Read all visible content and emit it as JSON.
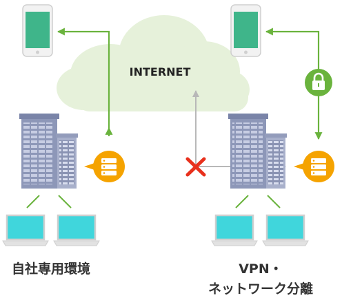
{
  "diagram": {
    "internet_label": "INTERNET",
    "left_caption": "自社専用環境",
    "right_caption_line1": "VPN・",
    "right_caption_line2": "ネットワーク分離"
  },
  "colors": {
    "cloud": "#e6f1da",
    "arrow_green": "#6ab33d",
    "arrow_gray": "#b8b8b8",
    "server_orange": "#f5a300",
    "phone_screen": "#3fb58a",
    "laptop_screen": "#40d6dc",
    "blocked_red": "#e8301c"
  }
}
